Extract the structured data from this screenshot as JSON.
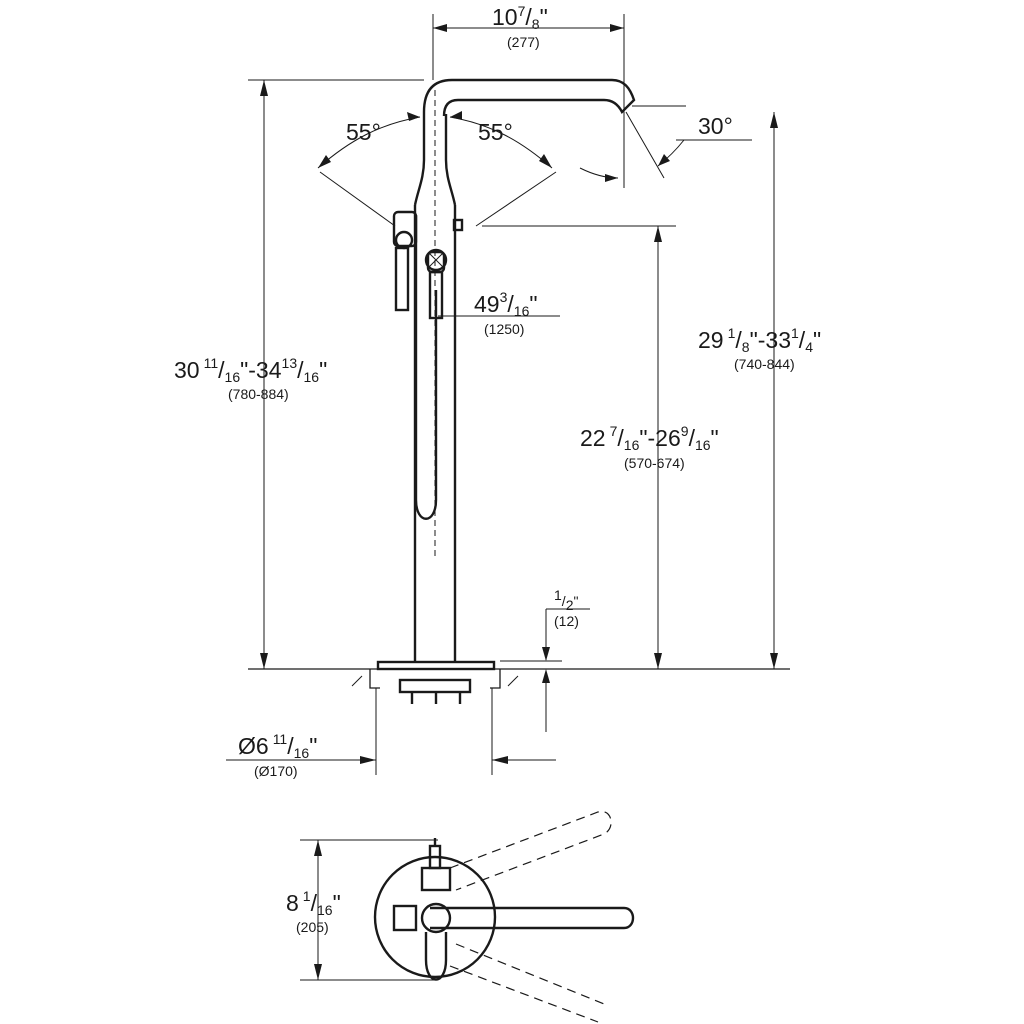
{
  "colors": {
    "ink": "#1a1a1a",
    "background": "#ffffff"
  },
  "dimensions": {
    "spout_reach": {
      "whole": "10",
      "num": "7",
      "den": "8",
      "quote": "\"",
      "mm": "(277)"
    },
    "angle_left": "55°",
    "angle_right": "55°",
    "spout_angle": "30°",
    "total_height": {
      "part1": "30",
      "num1": "11",
      "den1": "16",
      "mid": "\"-34",
      "num2": "13",
      "den2": "16",
      "quote": "\"",
      "mm": "(780-884)"
    },
    "spout_height": {
      "part1": "29",
      "num1": "1",
      "den1": "8",
      "mid": "\"-33",
      "num2": "1",
      "den2": "4",
      "quote": "\"",
      "mm": "(740-844)"
    },
    "hose_length": {
      "whole": "49",
      "num": "3",
      "den": "16",
      "quote": "\"",
      "mm": "(1250)"
    },
    "lever_height": {
      "part1": "22",
      "num1": "7",
      "den1": "16",
      "mid": "\"-26",
      "num2": "9",
      "den2": "16",
      "quote": "\"",
      "mm": "(570-674)"
    },
    "thread": {
      "num": "1",
      "den": "2",
      "quote": "\"",
      "mm": "(12)"
    },
    "base_diameter": {
      "whole": "Ø6",
      "num": "11",
      "den": "16",
      "quote": "\"",
      "mm": "(Ø170)"
    },
    "plan_depth": {
      "whole": "8",
      "num": "1",
      "den": "16",
      "quote": "\"",
      "mm": "(205)"
    }
  }
}
